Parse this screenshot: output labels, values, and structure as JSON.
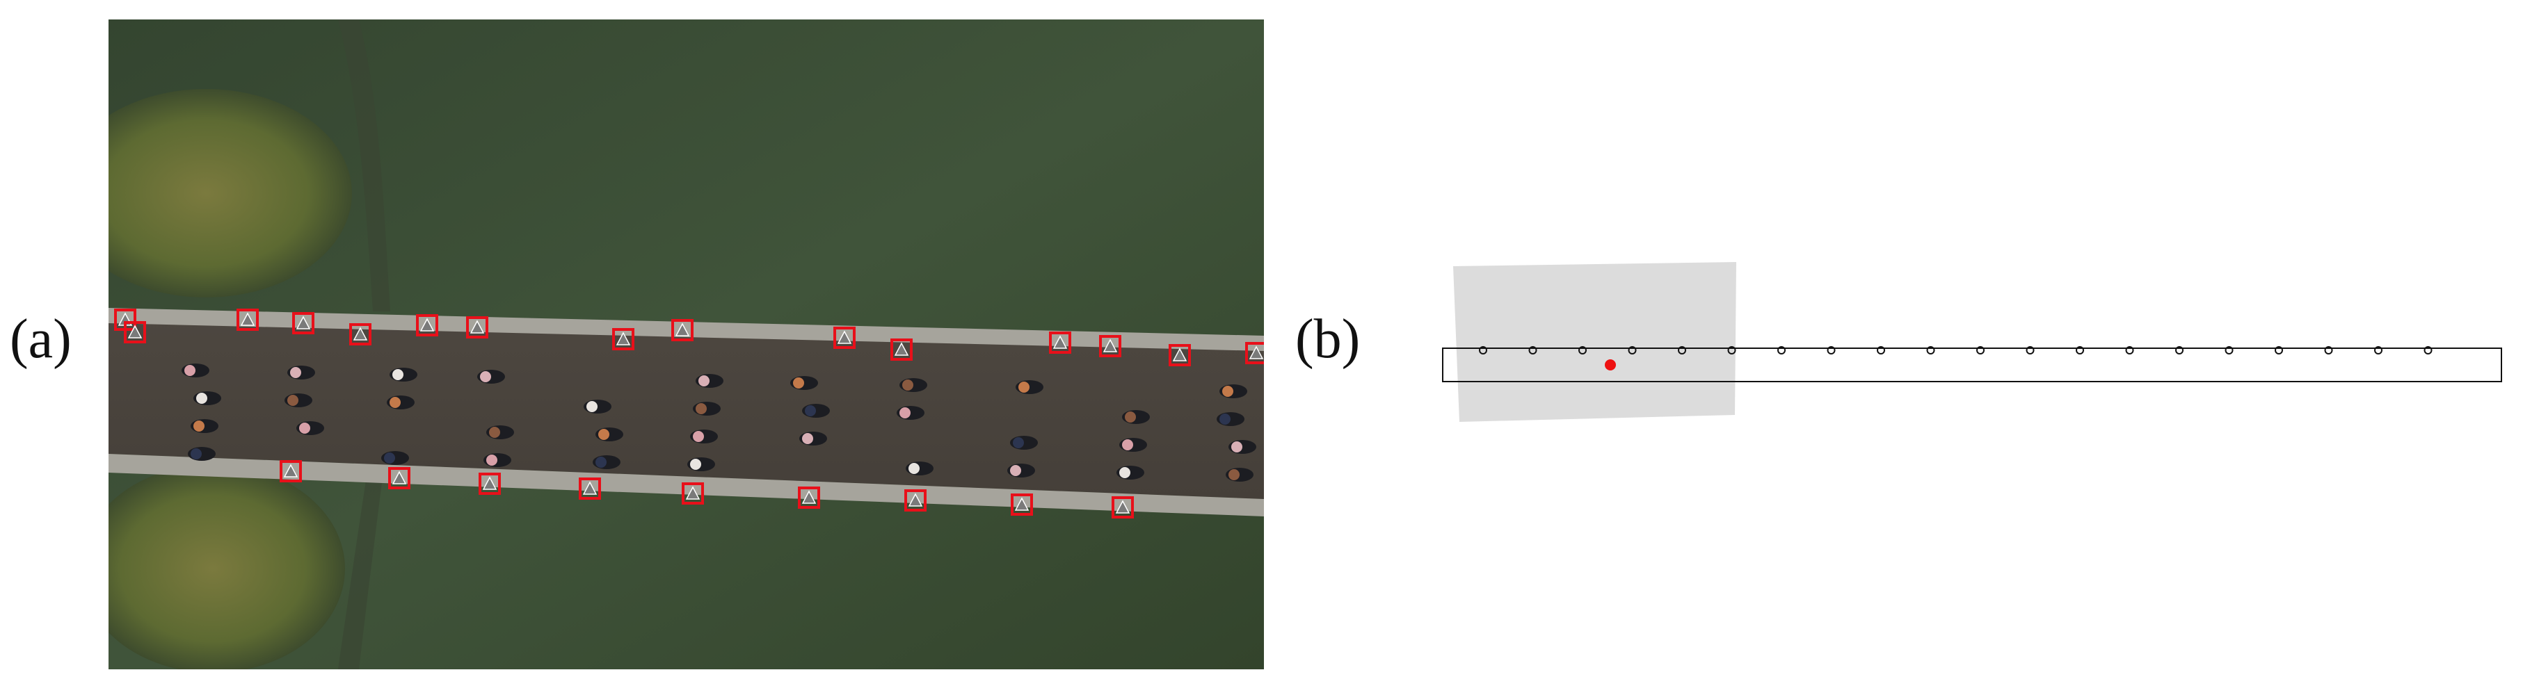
{
  "panels": {
    "a": {
      "label": "(a)"
    },
    "b": {
      "label": "(b)"
    }
  },
  "colors": {
    "marker": "#e8101a",
    "grass_dark": "#2f3d2a",
    "grass": "#3d5136",
    "bush": "#6b6a38",
    "bridge_rail": "#a9a79f",
    "bridge_deck": "#4a4540",
    "footprint": "#dcdcdc",
    "point_red": "#ee1111",
    "outline": "#111111"
  },
  "panel_b": {
    "point_count": 20
  }
}
